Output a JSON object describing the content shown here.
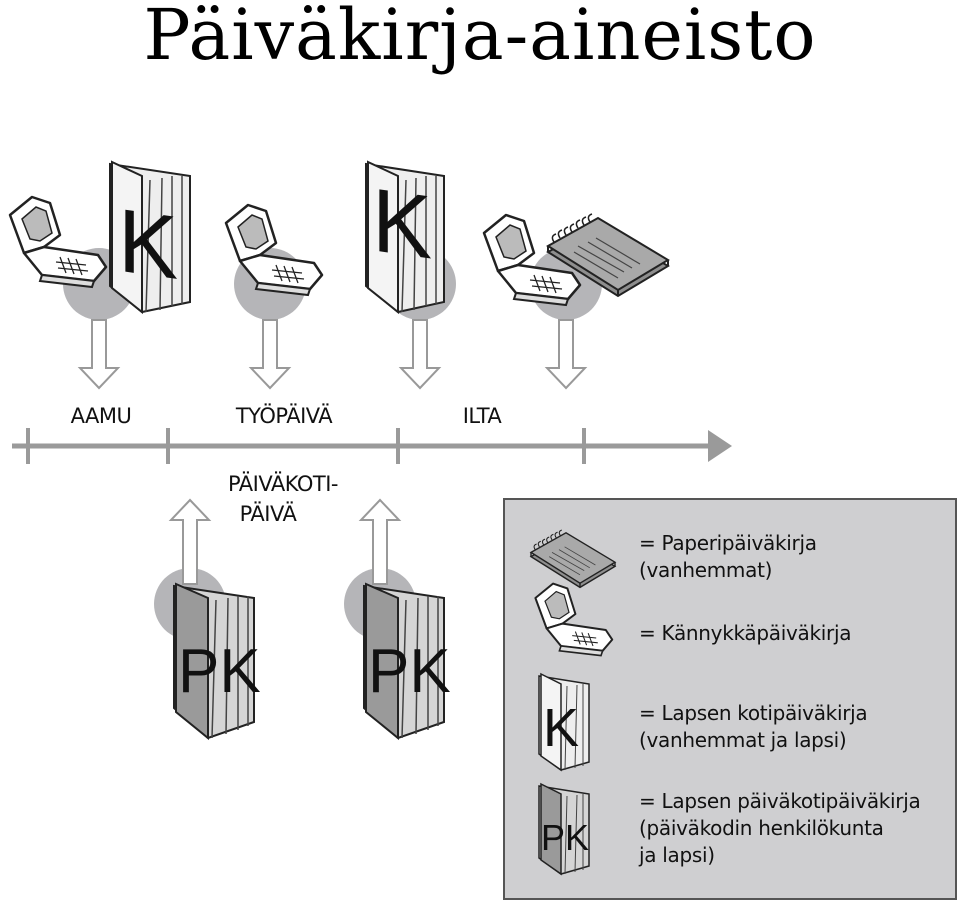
{
  "title": "Päiväkirja-aineisto",
  "timeline": {
    "labels": [
      "AAMU",
      "TYÖPÄIVÄ",
      "ILTA"
    ],
    "daycare_label_line1": "PÄIVÄKOTI-",
    "daycare_label_line2": "PÄIVÄ"
  },
  "legend": {
    "items": [
      {
        "icon": "notebook-icon",
        "line1": "= Paperipäiväkirja",
        "line2": "(vanhemmat)",
        "line3": ""
      },
      {
        "icon": "phone-icon",
        "line1": "= Kännykkäpäiväkirja",
        "line2": "",
        "line3": ""
      },
      {
        "icon": "k-book-icon",
        "line1": "= Lapsen kotipäiväkirja",
        "line2": "(vanhemmat ja lapsi)",
        "line3": ""
      },
      {
        "icon": "pk-book-icon",
        "line1": "= Lapsen päiväkotipäiväkirja",
        "line2": "(päiväkodin henkilökunta",
        "line3": "ja lapsi)"
      }
    ]
  },
  "book_letters": {
    "k": "K",
    "pk": "PK"
  },
  "colors": {
    "circle": "#b5b5b8",
    "legend_bg": "#cfcfd1",
    "timeline": "#9a9a9a",
    "arrow_fill": "#ffffff",
    "arrow_stroke": "#999999"
  }
}
